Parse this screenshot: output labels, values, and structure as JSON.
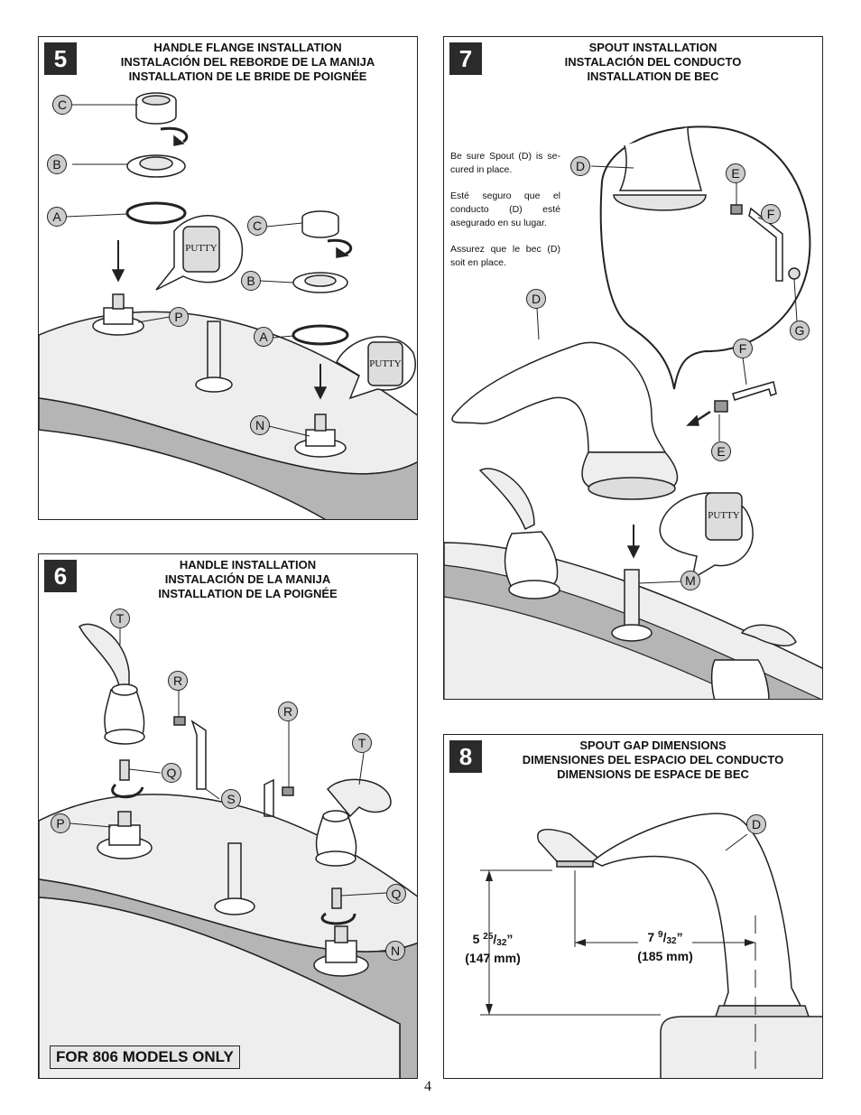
{
  "page_number": "4",
  "step5": {
    "number": "5",
    "titles": [
      "HANDLE FLANGE INSTALLATION",
      "INSTALACIÓN DEL REBORDE DE LA MANIJA",
      "INSTALLATION DE LE BRIDE DE POIGNÉE"
    ],
    "labels": {
      "c1": "C",
      "b1": "B",
      "a1": "A",
      "p": "P",
      "c2": "C",
      "b2": "B",
      "a2": "A",
      "n": "N"
    },
    "putty_text": "PUTTY"
  },
  "step6": {
    "number": "6",
    "titles": [
      "HANDLE INSTALLATION",
      "INSTALACIÓN DE LA MANIJA",
      "INSTALLATION DE LA POIGNÉE"
    ],
    "labels": {
      "t1": "T",
      "r1": "R",
      "q1": "Q",
      "p": "P",
      "s": "S",
      "r2": "R",
      "t2": "T",
      "q2": "Q",
      "n": "N"
    },
    "models_note": "FOR 806 MODELS ONLY"
  },
  "step7": {
    "number": "7",
    "titles": [
      "SPOUT INSTALLATION",
      "INSTALACIÓN DEL CONDUCTO",
      "INSTALLATION DE BEC"
    ],
    "notes": [
      "Be sure Spout (D) is se-cured in place.",
      "Esté seguro que el conducto (D) esté asegurado en su lugar.",
      "Assurez que le bec (D) soit en place."
    ],
    "labels": {
      "d1": "D",
      "e1": "E",
      "f1": "F",
      "g": "G",
      "d2": "D",
      "f2": "F",
      "e2": "E",
      "m": "M"
    },
    "putty_text": "PUTTY"
  },
  "step8": {
    "number": "8",
    "titles": [
      "SPOUT GAP DIMENSIONS",
      "DIMENSIONES DEL ESPACIO DEL CONDUCTO",
      "DIMENSIONS DE ESPACE DE BEC"
    ],
    "labels": {
      "d": "D"
    },
    "height_whole": "5",
    "height_num": "25",
    "height_den": "32",
    "height_mm": "(147 mm)",
    "reach_whole": "7",
    "reach_num": "9",
    "reach_den": "32",
    "reach_mm": "(185 mm)"
  }
}
